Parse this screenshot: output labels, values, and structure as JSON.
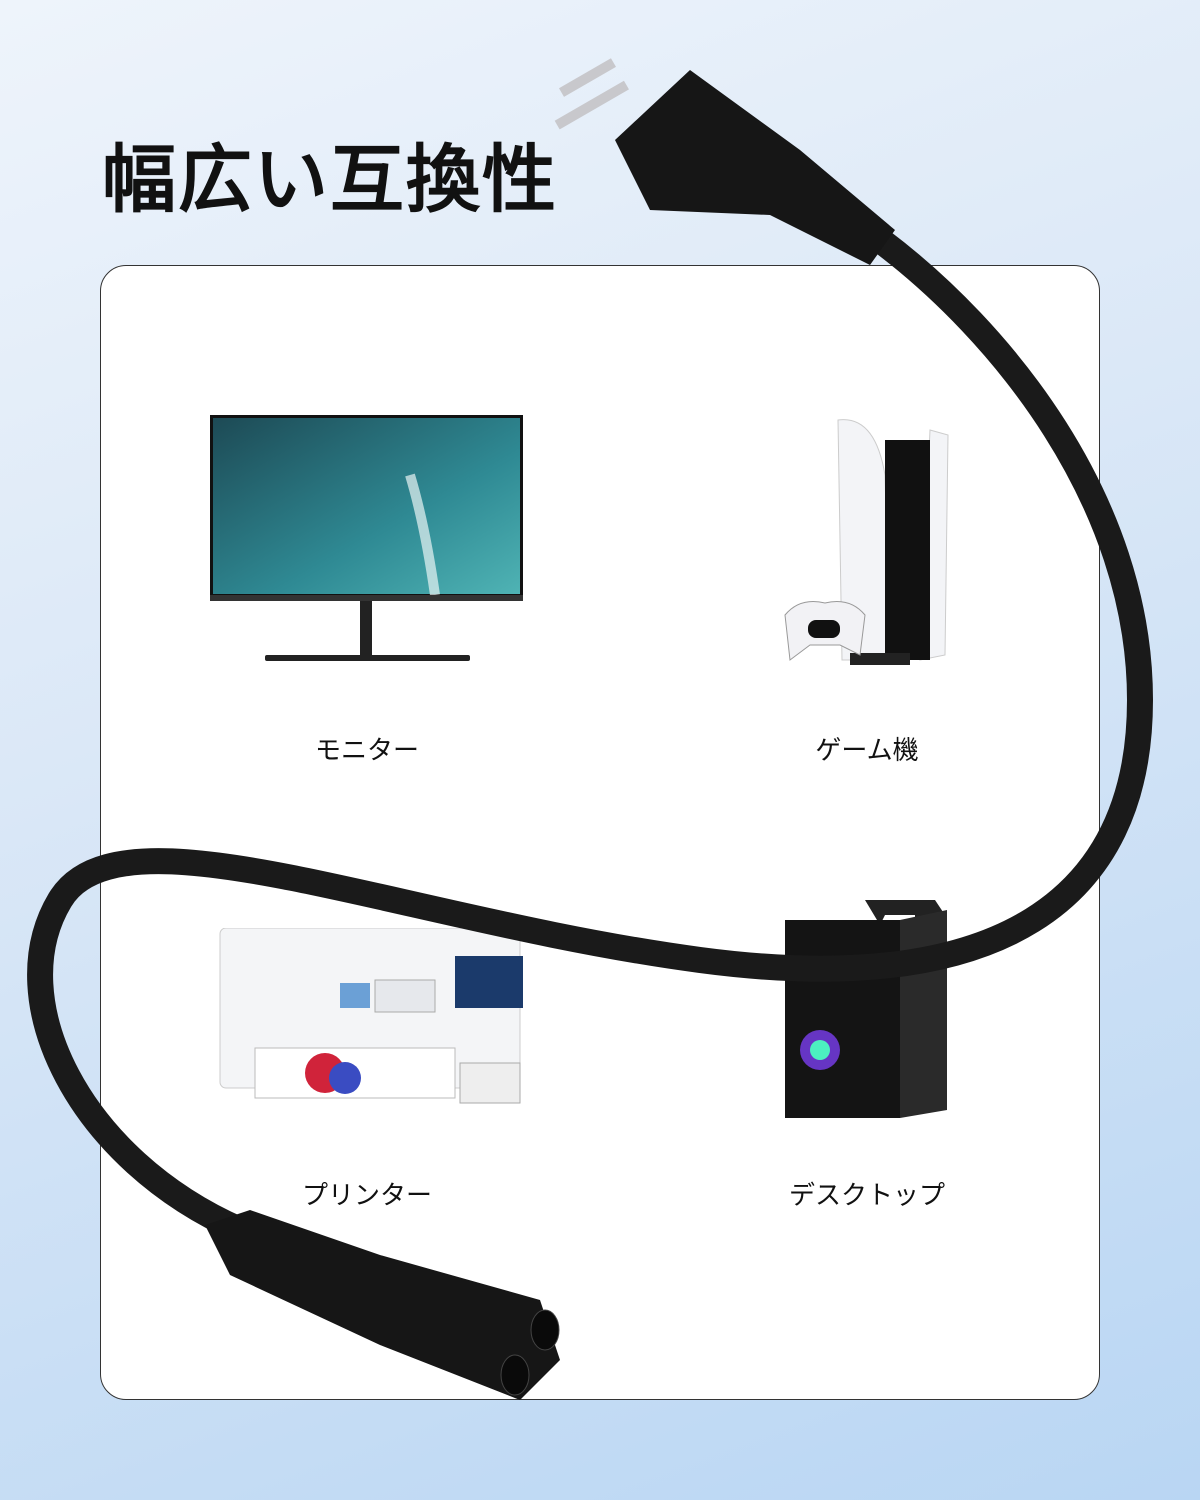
{
  "title": "幅広い互換性",
  "devices": [
    {
      "label": "モニター",
      "icon": "monitor"
    },
    {
      "label": "ゲーム機",
      "icon": "game-console"
    },
    {
      "label": "プリンター",
      "icon": "printer"
    },
    {
      "label": "デスクトップ",
      "icon": "desktop-pc"
    }
  ],
  "colors": {
    "cable": "#1a1a1a",
    "accent": "#b9d6f3"
  }
}
